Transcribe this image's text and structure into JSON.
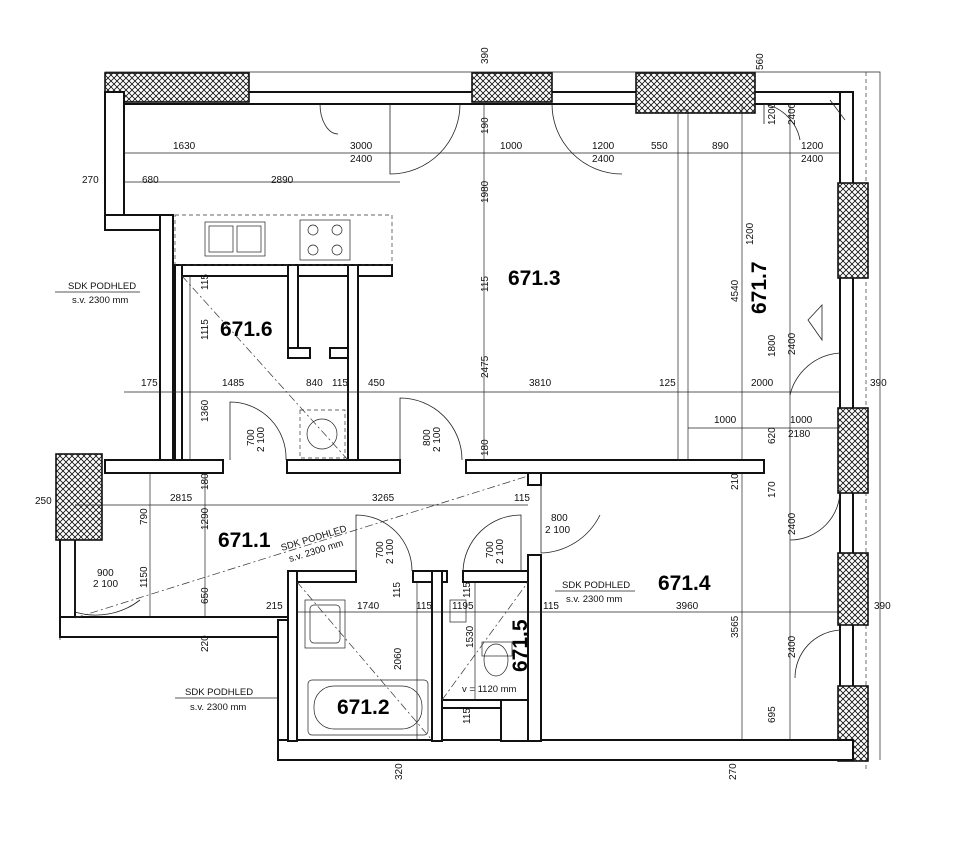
{
  "rooms": {
    "r1": "671.1",
    "r2": "671.2",
    "r3": "671.3",
    "r4": "671.4",
    "r5": "671.5",
    "r6": "671.6",
    "r7": "671.7"
  },
  "notes": {
    "sdk_title": "SDK PODHLED",
    "sdk_height": "s.v. 2300 mm",
    "toilet_height": "v = 1120 mm"
  },
  "doors": {
    "d700": "700",
    "d800": "800",
    "d900": "900",
    "h2100": "2 100"
  },
  "dims": {
    "d1630": "1630",
    "d3000": "3000",
    "d2400": "2400",
    "d1000": "1000",
    "d1200": "1200",
    "d550": "550",
    "d890": "890",
    "d270": "270",
    "d680": "680",
    "d2890": "2890",
    "d390": "390",
    "d560": "560",
    "d190": "190",
    "d1980": "1980",
    "d115": "115",
    "d1115": "1115",
    "d175": "175",
    "d1485": "1485",
    "d840": "840",
    "d450": "450",
    "d2475": "2475",
    "d3810": "3810",
    "d125": "125",
    "d2000": "2000",
    "d4540": "4540",
    "d1800": "1800",
    "d1360": "1360",
    "d180": "180",
    "d620": "620",
    "d2180": "2180",
    "d250": "250",
    "d2815": "2815",
    "d3265": "3265",
    "d210": "210",
    "d170": "170",
    "d790": "790",
    "d1290": "1290",
    "d1150": "1150",
    "d650": "650",
    "d215": "215",
    "d1740": "1740",
    "d1195": "1195",
    "d3960": "3960",
    "d220": "220",
    "d2060": "2060",
    "d1530": "1530",
    "d3565": "3565",
    "d695": "695",
    "d320": "320"
  }
}
